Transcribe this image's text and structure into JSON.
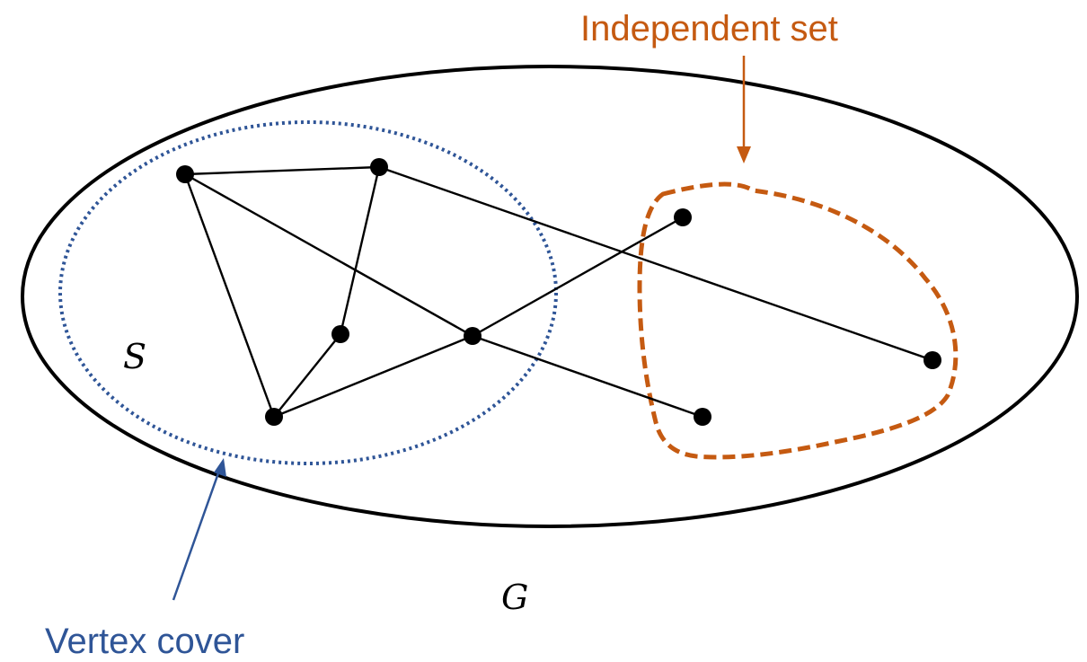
{
  "labels": {
    "independent_set": "Independent set",
    "vertex_cover": "Vertex cover",
    "set_s": "S",
    "graph_g": "G"
  },
  "colors": {
    "independent_set": "#c55a11",
    "vertex_cover": "#2f5597",
    "graph": "#000000"
  },
  "graph": {
    "vertices": [
      "v1",
      "v2",
      "v3",
      "v4",
      "v5",
      "v6",
      "v7",
      "v8"
    ],
    "vertex_cover_members": [
      "v1",
      "v2",
      "v3",
      "v4",
      "v5"
    ],
    "independent_set_members": [
      "v6",
      "v7",
      "v8"
    ],
    "edges": [
      [
        "v1",
        "v2"
      ],
      [
        "v1",
        "v5"
      ],
      [
        "v1",
        "v4"
      ],
      [
        "v2",
        "v3"
      ],
      [
        "v2",
        "v7"
      ],
      [
        "v3",
        "v5"
      ],
      [
        "v5",
        "v4"
      ],
      [
        "v4",
        "v6"
      ],
      [
        "v4",
        "v8"
      ]
    ]
  }
}
